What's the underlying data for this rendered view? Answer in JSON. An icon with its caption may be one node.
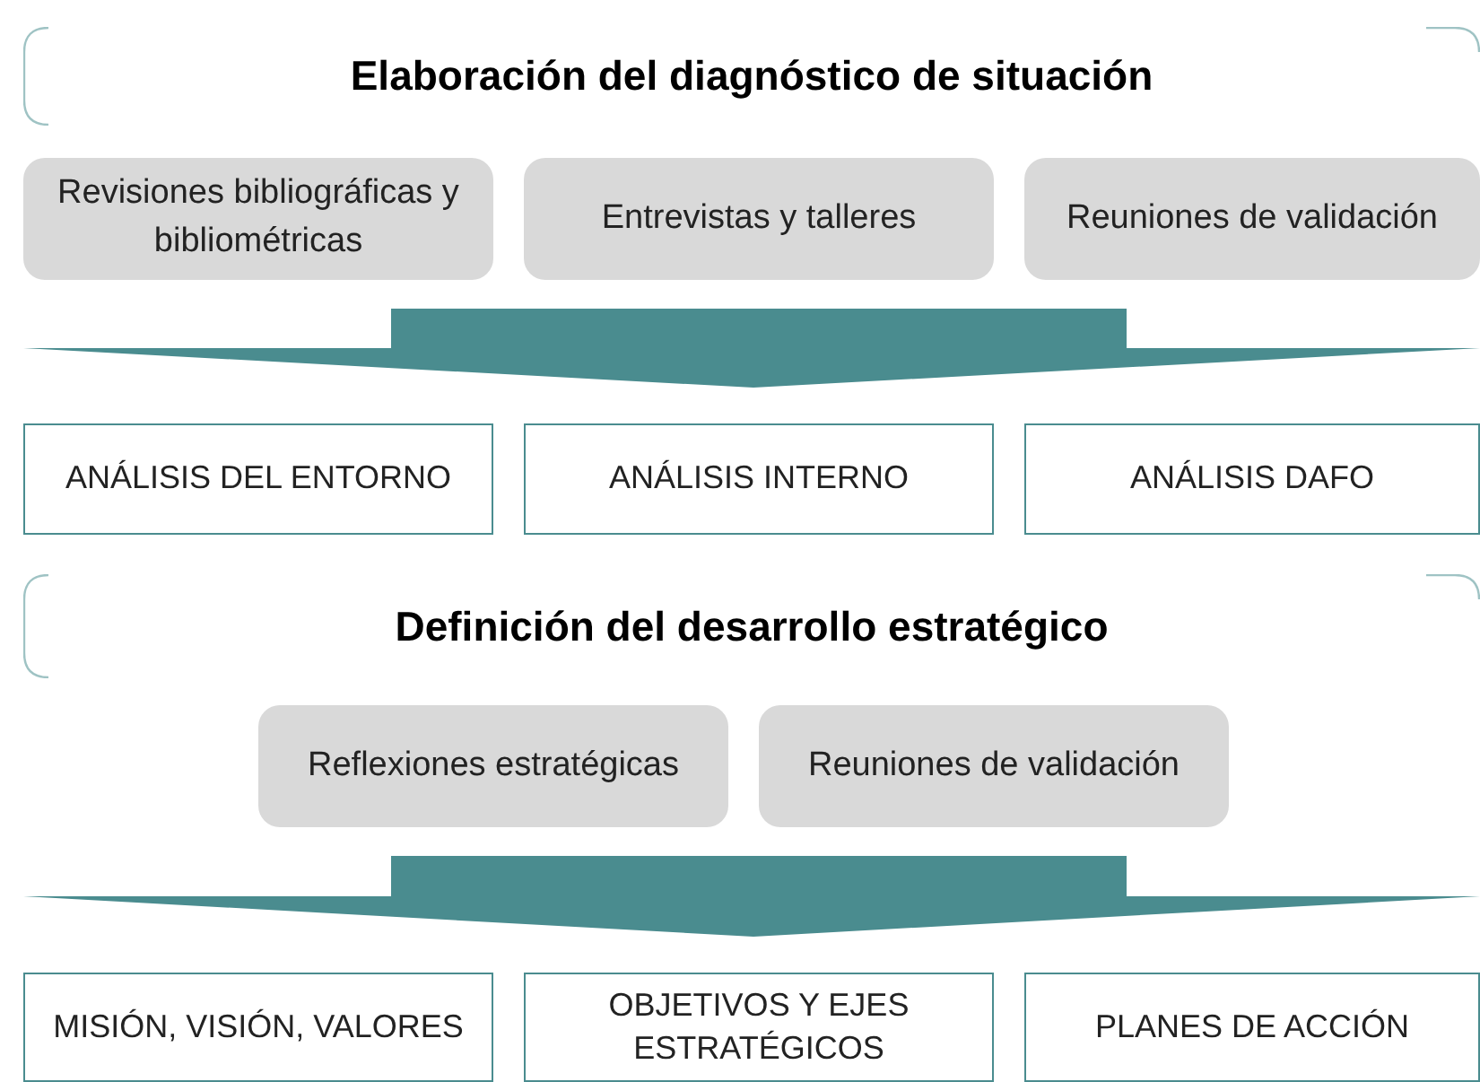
{
  "diagram": {
    "nodes": [
      {
        "text": [
          "Elaboración del diagnóstico de situación"
        ]
      },
      {
        "text": [
          "Revisiones bibliográficas y bibliométricas"
        ]
      },
      {
        "text": [
          "Entrevistas y talleres"
        ]
      },
      {
        "text": [
          "Reuniones de validación"
        ]
      },
      {
        "text": [
          "ANÁLISIS DEL ENTORNO"
        ]
      },
      {
        "text": [
          "ANÁLISIS INTERNO"
        ]
      },
      {
        "text": [
          "ANÁLISIS DAFO"
        ]
      },
      {
        "text": [
          "Definición del desarrollo estratégico"
        ]
      },
      {
        "text": [
          "Reflexiones estratégicas"
        ]
      },
      {
        "text": [
          "Reuniones de validación"
        ]
      },
      {
        "text": [
          "MISIÓN, VISIÓN, VALORES"
        ]
      },
      {
        "text": [
          "OBJETIVOS Y EJES ESTRATÉGICOS"
        ]
      },
      {
        "text": [
          "PLANES DE ACCIÓN"
        ]
      }
    ],
    "edges": [
      {
        "from": 2,
        "to": 5,
        "arrow": "to"
      },
      {
        "from": 9,
        "to": 11,
        "arrow": "to"
      }
    ]
  }
}
